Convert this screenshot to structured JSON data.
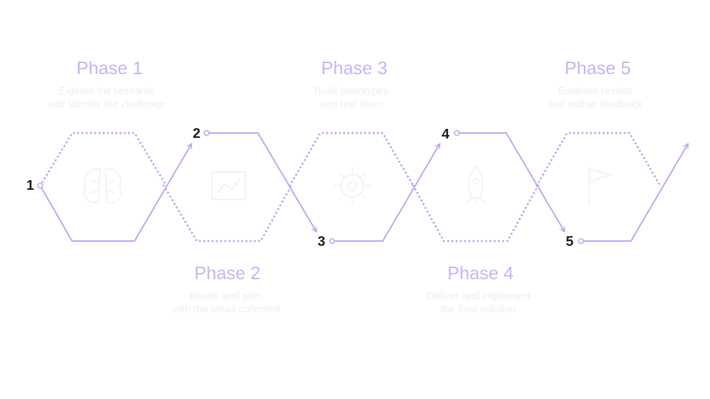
{
  "colors": {
    "accent": "#b9a6ee",
    "title": "#c4b5f5",
    "faint_text": "#eeeeee",
    "number": "#1b1b1b",
    "background": "#ffffff"
  },
  "phases": [
    {
      "title": "Phase 1",
      "desc_line1": "Explore the research",
      "desc_line2": "and identify the challenge",
      "icon": "brain-icon"
    },
    {
      "title": "Phase 2",
      "desc_line1": "Ideate and plan",
      "desc_line2": "with the ideas collected",
      "icon": "chart-icon"
    },
    {
      "title": "Phase 3",
      "desc_line1": "Build prototypes",
      "desc_line2": "and test them",
      "icon": "gear-icon"
    },
    {
      "title": "Phase 4",
      "desc_line1": "Deliver and implement",
      "desc_line2": "the final solution",
      "icon": "rocket-icon"
    },
    {
      "title": "Phase 5",
      "desc_line1": "Evaluate results",
      "desc_line2": "and gather feedback",
      "icon": "flag-icon"
    }
  ],
  "steps": [
    "1",
    "2",
    "3",
    "4",
    "5"
  ]
}
